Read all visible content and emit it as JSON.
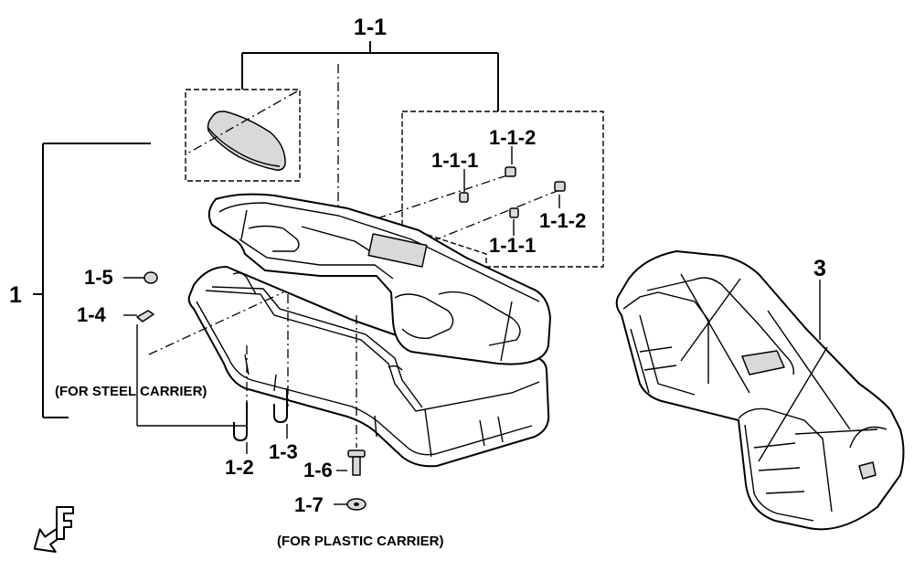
{
  "labels": {
    "assembly": "1",
    "top_lid": "1-1",
    "nut_1": "1-1-1",
    "bolt_1": "1-1-2",
    "nut_2": "1-1-1",
    "bolt_2": "1-1-2",
    "part_1_2": "1-2",
    "part_1_3": "1-3",
    "part_1_4": "1-4",
    "part_1_5": "1-5",
    "part_1_6": "1-6",
    "part_1_7": "1-7",
    "part_3": "3",
    "note_steel": "(FOR STEEL CARRIER)",
    "note_plastic": "(FOR PLASTIC CARRIER)",
    "front_mark": "F"
  }
}
